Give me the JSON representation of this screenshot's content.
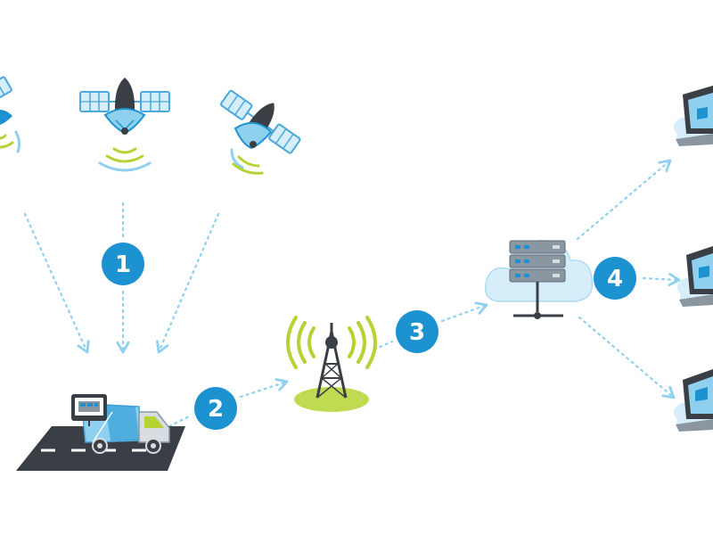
{
  "steps": [
    {
      "label": "1"
    },
    {
      "label": "2"
    },
    {
      "label": "3"
    },
    {
      "label": "4"
    }
  ],
  "icons": [
    "satellite-icon",
    "truck-icon",
    "gps-unit-icon",
    "cell-tower-icon",
    "cloud-server-icon",
    "laptop-icon"
  ],
  "colors": {
    "primary_blue": "#1d92d0",
    "light_blue": "#8fd0ef",
    "cloud_blue": "#d6eefa",
    "accent_green": "#b5d334",
    "dark_gray": "#3a3f45",
    "mid_gray": "#8a96a0",
    "light_gray": "#d8dde2"
  }
}
